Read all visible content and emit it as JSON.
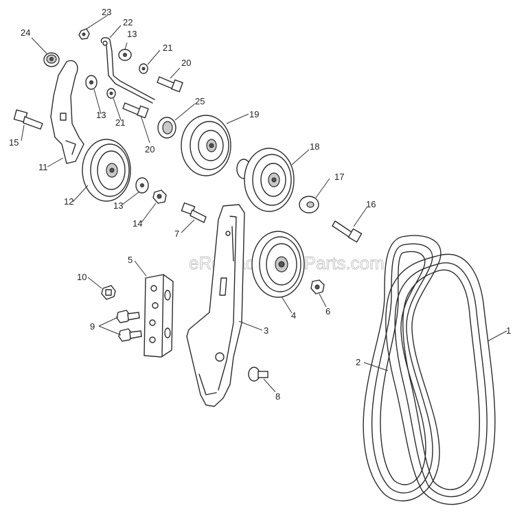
{
  "watermark": "eReplacementParts.com",
  "callouts": [
    {
      "id": "1",
      "label": "1"
    },
    {
      "id": "2",
      "label": "2"
    },
    {
      "id": "3",
      "label": "3"
    },
    {
      "id": "4",
      "label": "4"
    },
    {
      "id": "5",
      "label": "5"
    },
    {
      "id": "6",
      "label": "6"
    },
    {
      "id": "7",
      "label": "7"
    },
    {
      "id": "8",
      "label": "8"
    },
    {
      "id": "9",
      "label": "9"
    },
    {
      "id": "10",
      "label": "10"
    },
    {
      "id": "11",
      "label": "11"
    },
    {
      "id": "12",
      "label": "12"
    },
    {
      "id": "13a",
      "label": "13"
    },
    {
      "id": "13b",
      "label": "13"
    },
    {
      "id": "13c",
      "label": "13"
    },
    {
      "id": "14",
      "label": "14"
    },
    {
      "id": "15",
      "label": "15"
    },
    {
      "id": "16",
      "label": "16"
    },
    {
      "id": "17",
      "label": "17"
    },
    {
      "id": "18",
      "label": "18"
    },
    {
      "id": "19",
      "label": "19"
    },
    {
      "id": "20a",
      "label": "20"
    },
    {
      "id": "20b",
      "label": "20"
    },
    {
      "id": "21a",
      "label": "21"
    },
    {
      "id": "21b",
      "label": "21"
    },
    {
      "id": "22",
      "label": "22"
    },
    {
      "id": "23",
      "label": "23"
    },
    {
      "id": "24",
      "label": "24"
    },
    {
      "id": "25",
      "label": "25"
    }
  ]
}
